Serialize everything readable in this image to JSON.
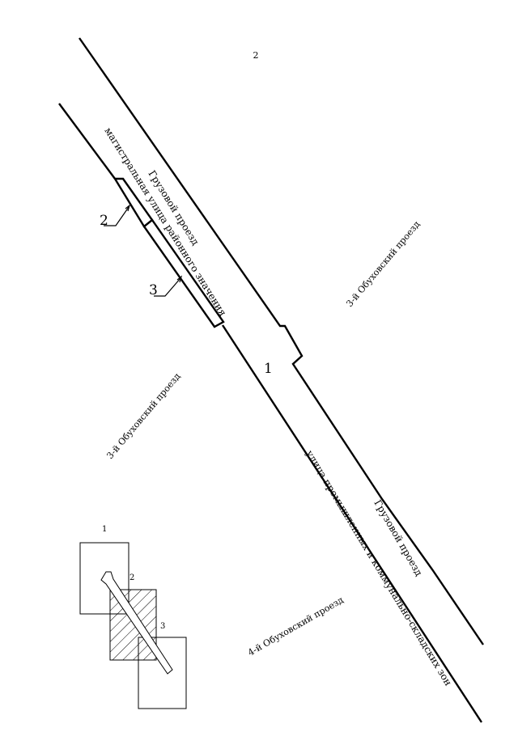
{
  "labels": {
    "sheet_number": "2",
    "centre_marker": "1",
    "callout_2": "2",
    "callout_3": "3",
    "street_upper_name": "Грузовой проезд",
    "street_upper_class": "магистральная улица районного значения",
    "street_lower_name": "Грузовой проезд",
    "street_lower_class": "улица промышленных и коммунально-складских зон",
    "area_right": "3-й Обуховский проезд",
    "area_left": "3-й Обуховский проезд",
    "area_bottom": "4-й Обуховский проезд"
  },
  "overview": {
    "sheet_1": "1",
    "sheet_2": "2",
    "sheet_3": "3"
  }
}
